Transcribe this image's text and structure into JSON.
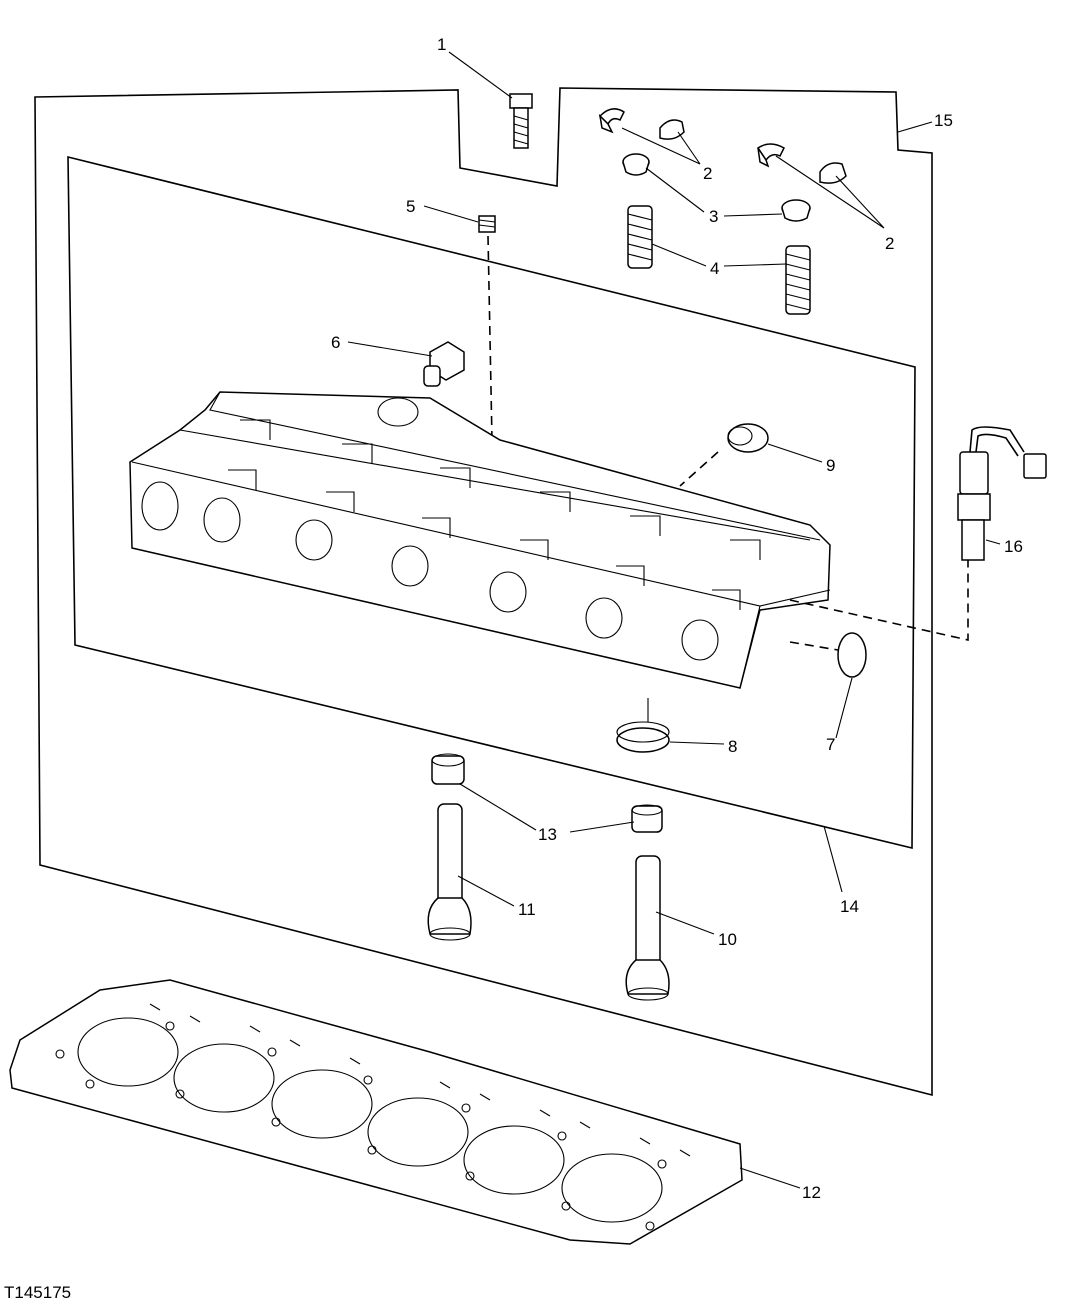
{
  "figure_id": "T145175",
  "callouts": [
    {
      "id": "1",
      "text": "1"
    },
    {
      "id": "2a",
      "text": "2"
    },
    {
      "id": "2b",
      "text": "2"
    },
    {
      "id": "3",
      "text": "3"
    },
    {
      "id": "4",
      "text": "4"
    },
    {
      "id": "5",
      "text": "5"
    },
    {
      "id": "6",
      "text": "6"
    },
    {
      "id": "7",
      "text": "7"
    },
    {
      "id": "8",
      "text": "8"
    },
    {
      "id": "9",
      "text": "9"
    },
    {
      "id": "10",
      "text": "10"
    },
    {
      "id": "11",
      "text": "11"
    },
    {
      "id": "12",
      "text": "12"
    },
    {
      "id": "13",
      "text": "13"
    },
    {
      "id": "14",
      "text": "14"
    },
    {
      "id": "15",
      "text": "15"
    },
    {
      "id": "16",
      "text": "16"
    }
  ]
}
